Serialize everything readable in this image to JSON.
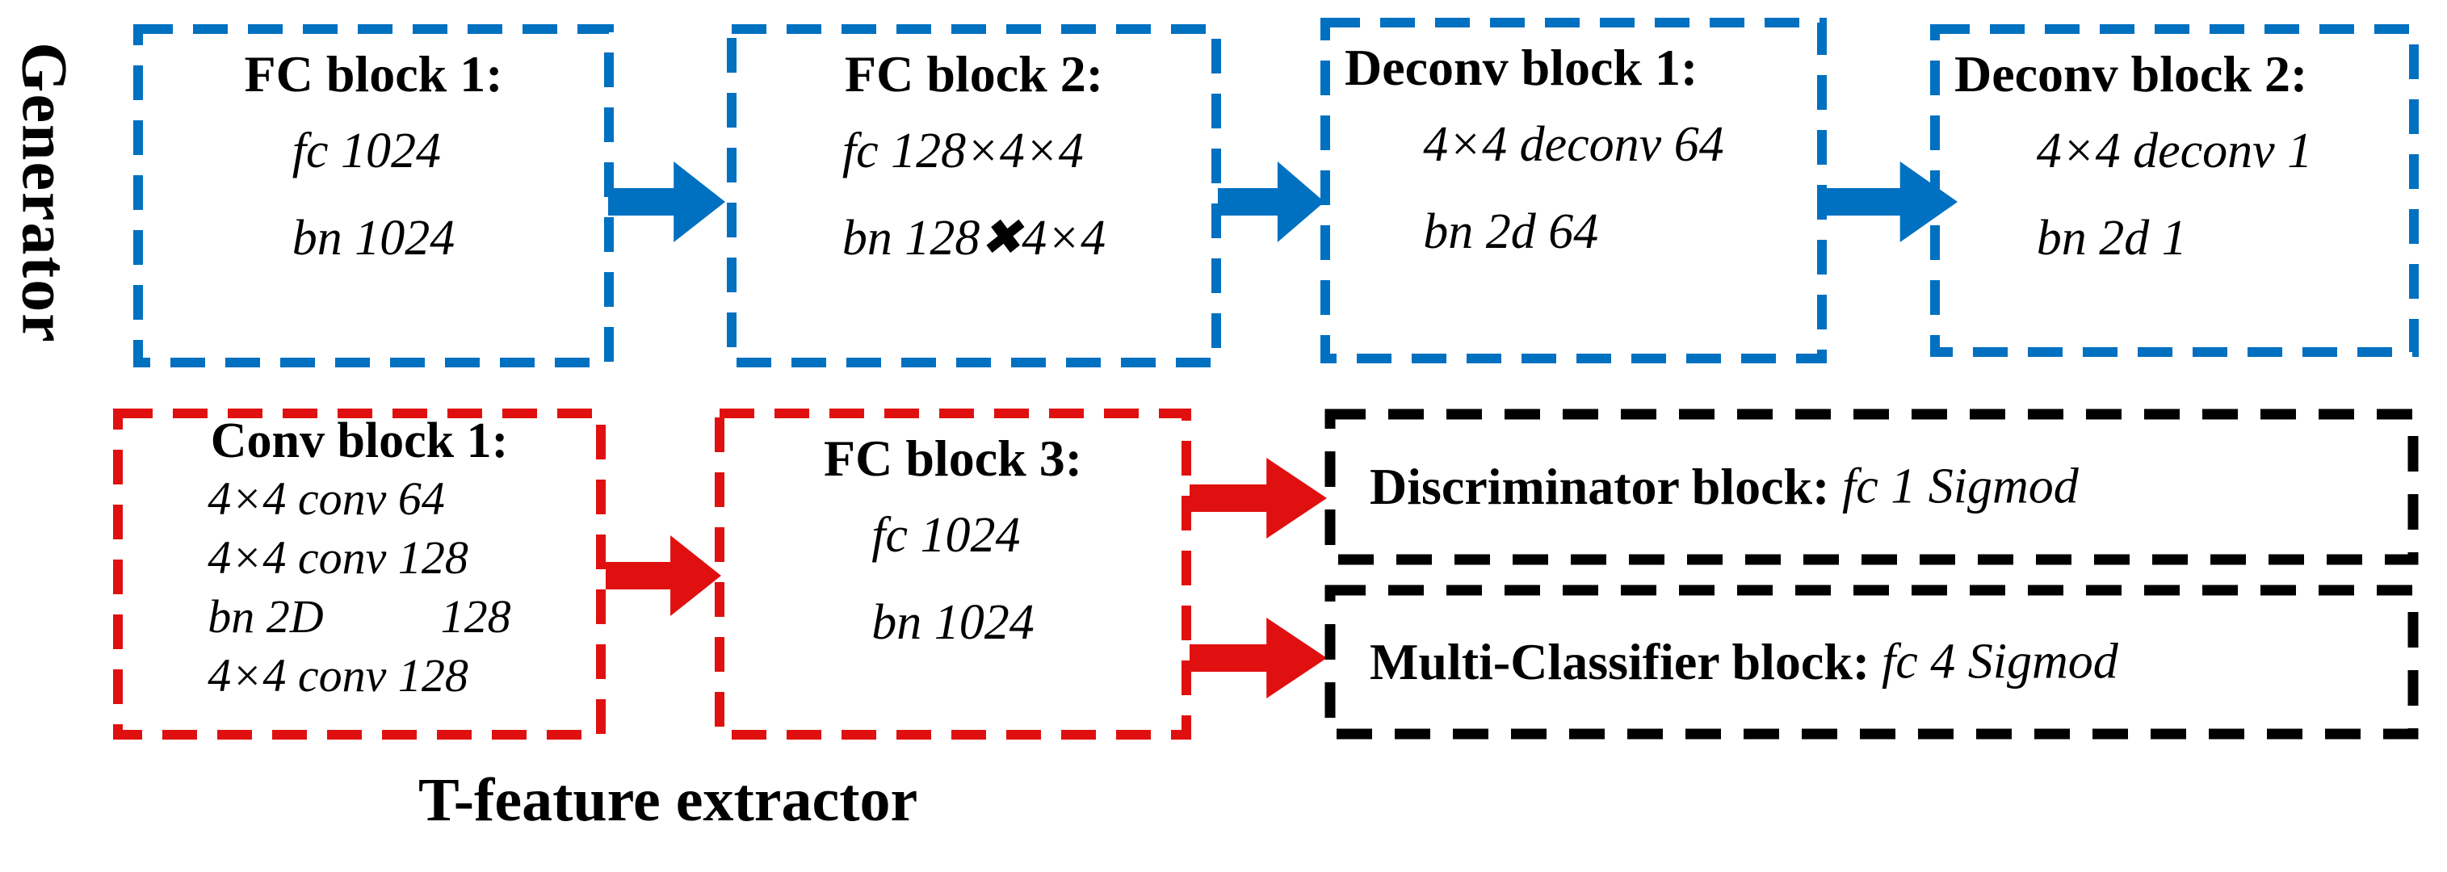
{
  "colors": {
    "generator_blue": "#0070C0",
    "extractor_red": "#E01010",
    "output_black": "#000000",
    "background": "#ffffff",
    "text": "#000000"
  },
  "side_label": "Generator",
  "bottom_label": "T-feature extractor",
  "generator_blocks": [
    {
      "title": "FC block 1:",
      "lines": [
        "fc 1024",
        "bn 1024"
      ]
    },
    {
      "title": "FC block 2:",
      "lines": [
        "fc 128×4×4",
        "bn 128✖4×4"
      ]
    },
    {
      "title": "Deconv block 1:",
      "lines": [
        "4×4 deconv 64",
        "bn 2d 64"
      ]
    },
    {
      "title": "Deconv block 2:",
      "lines": [
        "4×4 deconv 1",
        "bn 2d 1"
      ]
    }
  ],
  "extractor_blocks": [
    {
      "title": "Conv block 1:",
      "lines": [
        "4×4 conv 64",
        "4×4 conv 128",
        "bn 2D          128",
        "4×4 conv 128"
      ]
    },
    {
      "title": "FC block 3:",
      "lines": [
        "fc 1024",
        "bn 1024"
      ]
    }
  ],
  "output_blocks": [
    {
      "title": "Discriminator block:",
      "spec": "fc 1 Sigmod"
    },
    {
      "title": "Multi-Classifier block:",
      "spec": "fc 4 Sigmod"
    }
  ]
}
